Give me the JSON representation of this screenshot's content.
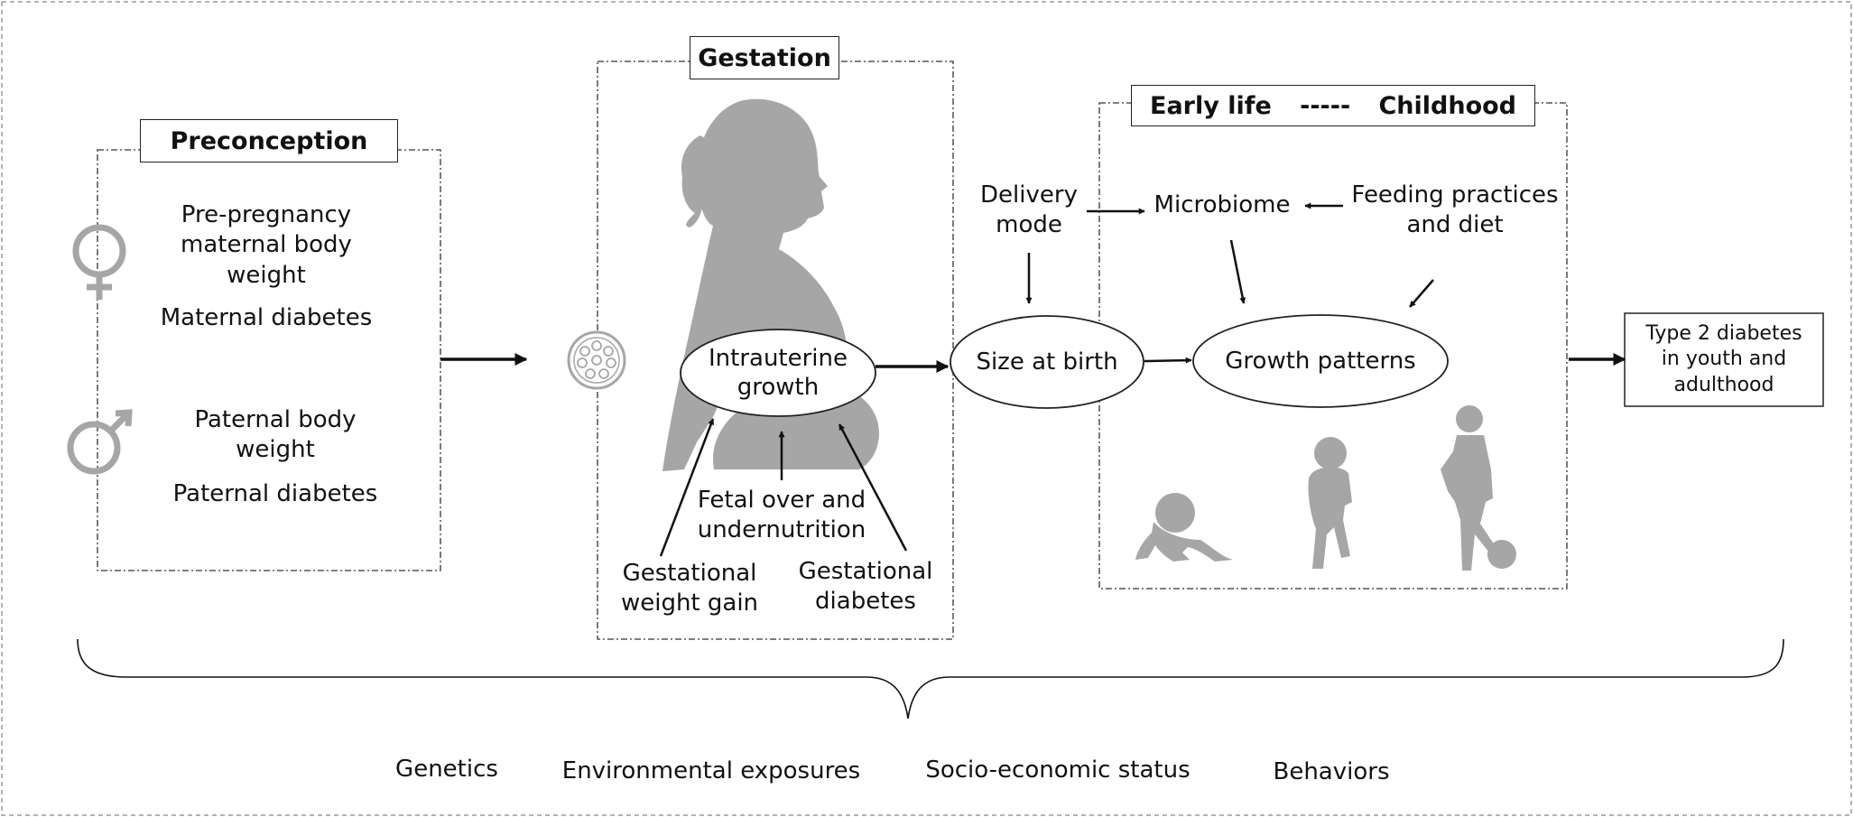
{
  "stages": {
    "preconception": "Preconception",
    "gestation": "Gestation",
    "early_life": "Early life",
    "early_life_sep": "-----",
    "childhood": "Childhood"
  },
  "preconception": {
    "maternal_weight": "Pre-pregnancy\nmaternal body\nweight",
    "maternal_diabetes": "Maternal diabetes",
    "paternal_weight": "Paternal body\nweight",
    "paternal_diabetes": "Paternal diabetes"
  },
  "gestation": {
    "intrauterine_growth": "Intrauterine\ngrowth",
    "fetal_nutrition": "Fetal over and\nundernutrition",
    "weight_gain": "Gestational\nweight gain",
    "gest_diabetes": "Gestational\ndiabetes"
  },
  "early_life": {
    "delivery_mode": "Delivery\nmode",
    "size_at_birth": "Size at birth",
    "microbiome": "Microbiome",
    "feeding": "Feeding practices\nand diet",
    "growth_patterns": "Growth patterns"
  },
  "outcome": "Type 2 diabetes\nin youth and\nadulthood",
  "factors": [
    "Genetics",
    "Environmental exposures",
    "Socio-economic status",
    "Behaviors"
  ],
  "icons": [
    "female-symbol-icon",
    "male-symbol-icon",
    "embryo-icon",
    "pregnant-woman-silhouette",
    "crawling-baby-silhouette",
    "toddler-silhouette",
    "child-with-ball-silhouette"
  ],
  "colors": {
    "icon_gray": "#a6a6a6",
    "line": "#111111"
  }
}
